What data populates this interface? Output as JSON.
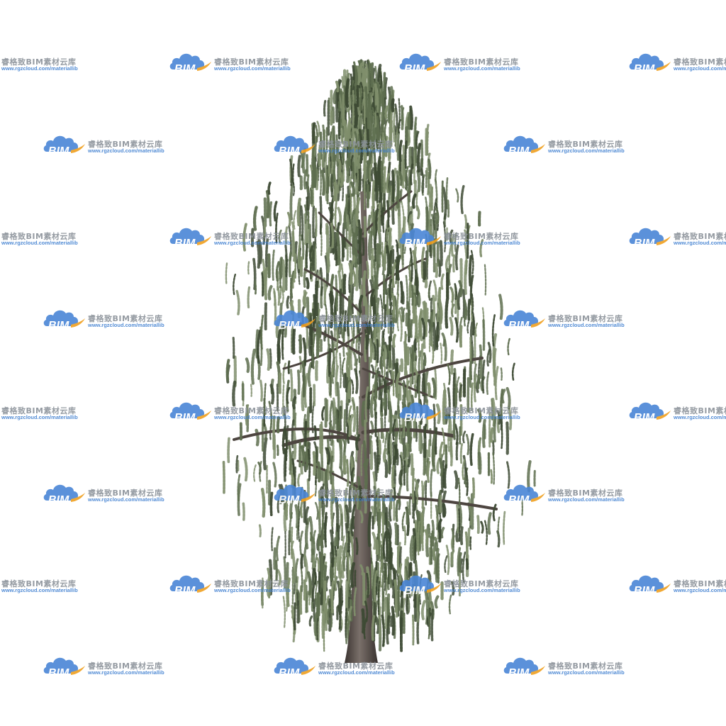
{
  "image": {
    "subject": "weeping tree cutout",
    "background": "#ffffff"
  },
  "watermark": {
    "logo_text": "BIM",
    "title": "睿格致BIM素材云库",
    "url": "www.rgzcloud.com/materiallib",
    "colors": {
      "cloud": "#4a86d6",
      "logo_text": "#ffffff",
      "swoosh": "#f0a020",
      "title": "#8a9199",
      "url": "#3f7fd0"
    }
  },
  "tree": {
    "colors": {
      "foliage_dark": "#3d4a34",
      "foliage_mid": "#5e6e4f",
      "foliage_light": "#7f8e6c",
      "trunk": "#4d4540",
      "trunk_highlight": "#7a706a"
    }
  }
}
